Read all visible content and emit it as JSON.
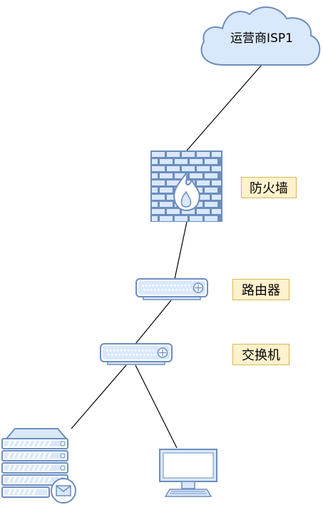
{
  "nodes": {
    "isp": {
      "label": "运营商ISP1",
      "icon": "cloud-icon"
    },
    "firewall": {
      "label": "防火墙",
      "icon": "firewall-icon"
    },
    "router": {
      "label": "路由器",
      "icon": "router-icon"
    },
    "switch": {
      "label": "交换机",
      "icon": "switch-icon"
    },
    "server": {
      "icon": "mail-server-icon"
    },
    "workstation": {
      "icon": "monitor-icon"
    }
  },
  "colors": {
    "device_fill": "#dae8fc",
    "device_stroke": "#6c8ebf",
    "note_fill": "#fff2cc",
    "note_stroke": "#d6b656",
    "link": "#000000"
  }
}
